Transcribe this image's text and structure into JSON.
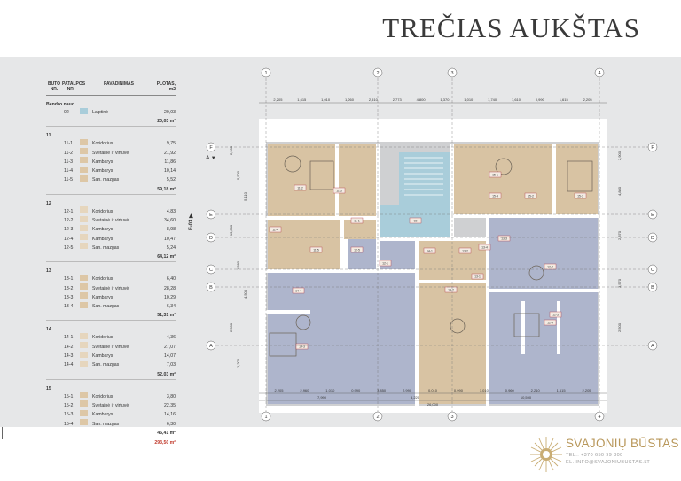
{
  "page_title": "TREČIAS AUKŠTAS",
  "legend": {
    "headers": {
      "buto": "BUTO\nNR.",
      "patalpos": "PATALPOS\nNR.",
      "pavadinimas": "PAVADINIMAS",
      "plotas": "PLOTAS,\nm2"
    },
    "groups": [
      {
        "title": "Bendro naud.",
        "rows": [
          {
            "num": "02",
            "name": "Laiptinė",
            "area": "20,03",
            "color": "#a9cdda"
          }
        ],
        "total": "20,03 m²"
      },
      {
        "title": "11",
        "rows": [
          {
            "num": "11-1",
            "name": "Koridorius",
            "area": "9,75",
            "color": "#ddc7a6"
          },
          {
            "num": "11-2",
            "name": "Svetainė ir virtuvė",
            "area": "21,92",
            "color": "#ddc7a6"
          },
          {
            "num": "11-3",
            "name": "Kambarys",
            "area": "11,86",
            "color": "#ddc7a6"
          },
          {
            "num": "11-4",
            "name": "Kambarys",
            "area": "10,14",
            "color": "#ddc7a6"
          },
          {
            "num": "11-5",
            "name": "San. mazgas",
            "area": "5,52",
            "color": "#ddc7a6"
          }
        ],
        "total": "59,18 m²"
      },
      {
        "title": "12",
        "rows": [
          {
            "num": "12-1",
            "name": "Koridorius",
            "area": "4,83",
            "color": "#e6d6bd"
          },
          {
            "num": "12-2",
            "name": "Svetainė ir virtuvė",
            "area": "34,60",
            "color": "#e6d6bd"
          },
          {
            "num": "12-3",
            "name": "Kambarys",
            "area": "8,98",
            "color": "#e6d6bd"
          },
          {
            "num": "12-4",
            "name": "Kambarys",
            "area": "10,47",
            "color": "#e6d6bd"
          },
          {
            "num": "12-5",
            "name": "San. mazgas",
            "area": "5,24",
            "color": "#e6d6bd"
          }
        ],
        "total": "64,12 m²"
      },
      {
        "title": "13",
        "rows": [
          {
            "num": "13-1",
            "name": "Koridorius",
            "area": "6,40",
            "color": "#ddc7a6"
          },
          {
            "num": "13-2",
            "name": "Svetainė ir virtuvė",
            "area": "28,28",
            "color": "#ddc7a6"
          },
          {
            "num": "13-3",
            "name": "Kambarys",
            "area": "10,29",
            "color": "#ddc7a6"
          },
          {
            "num": "13-4",
            "name": "San. mazgas",
            "area": "6,34",
            "color": "#ddc7a6"
          }
        ],
        "total": "51,31 m²"
      },
      {
        "title": "14",
        "rows": [
          {
            "num": "14-1",
            "name": "Koridorius",
            "area": "4,36",
            "color": "#e6d6bd"
          },
          {
            "num": "14-2",
            "name": "Svetainė ir virtuvė",
            "area": "27,07",
            "color": "#e6d6bd"
          },
          {
            "num": "14-3",
            "name": "Kambarys",
            "area": "14,07",
            "color": "#e6d6bd"
          },
          {
            "num": "14-4",
            "name": "San. mazgas",
            "area": "7,03",
            "color": "#e6d6bd"
          }
        ],
        "total": "52,03 m²"
      },
      {
        "title": "15",
        "rows": [
          {
            "num": "15-1",
            "name": "Koridorius",
            "area": "3,80",
            "color": "#ddc7a6"
          },
          {
            "num": "15-2",
            "name": "Svetainė ir virtuvė",
            "area": "22,35",
            "color": "#ddc7a6"
          },
          {
            "num": "15-3",
            "name": "Kambarys",
            "area": "14,16",
            "color": "#ddc7a6"
          },
          {
            "num": "15-4",
            "name": "San. mazgas",
            "area": "6,30",
            "color": "#ddc7a6"
          }
        ],
        "total": "46,41 m²"
      }
    ],
    "grand_total": "293,50 m²"
  },
  "plan": {
    "axes_top": [
      "1",
      "2",
      "3",
      "4"
    ],
    "axes_side": [
      "F",
      "E",
      "D",
      "C",
      "B",
      "A"
    ],
    "top_dims": [
      "2,205",
      "1,615",
      "1,010",
      "1,260",
      "2,510",
      "2,773",
      "4,800",
      "1,370",
      "1,010",
      "1,740",
      "1,610",
      "0,990",
      "1,615",
      "2,205"
    ],
    "bottom_dims": [
      "2,205",
      "2,960",
      "1,010",
      "0,990",
      "3,850",
      "2,990",
      "0,010",
      "0,990",
      "1,010",
      "0,960",
      "2,210",
      "1,615",
      "2,205"
    ],
    "bottom_spans": [
      "7,990",
      "5,220",
      "10,590"
    ],
    "overall": "26,000",
    "left_dims": [
      "2,900",
      "5,500",
      "5,110",
      "13,000",
      "1,580",
      "4,500",
      "2,500",
      "1,200"
    ],
    "right_dims": [
      "2,900",
      "4,880",
      "2,870",
      "3,570",
      "2,500"
    ],
    "section_label": "F-03",
    "section_marker": "A",
    "room_labels": [
      "11-2",
      "11-3",
      "11-1",
      "11-4",
      "11-5",
      "02",
      "12-5",
      "12-1",
      "13-4",
      "13-3",
      "13-2",
      "13-1",
      "14-4",
      "14-3",
      "14-1",
      "14-2",
      "15-1",
      "15-2",
      "15-3",
      "15-4",
      "12-2",
      "12-3",
      "12-4"
    ]
  },
  "logo": {
    "brand": "SVAJONIŲ BŪSTAS",
    "tel": "TEL.: +370 650 99 300",
    "email": "EL. INFO@SVAJONIUBUSTAS.LT",
    "gold": "#b8975a"
  },
  "colors": {
    "apartment_warm": "#d8c3a3",
    "apartment_cool": "#aeb5cc",
    "stair": "#a9cdda",
    "panel": "#e6e7e8",
    "wall": "#ffffff",
    "total_red": "#c0392b"
  }
}
